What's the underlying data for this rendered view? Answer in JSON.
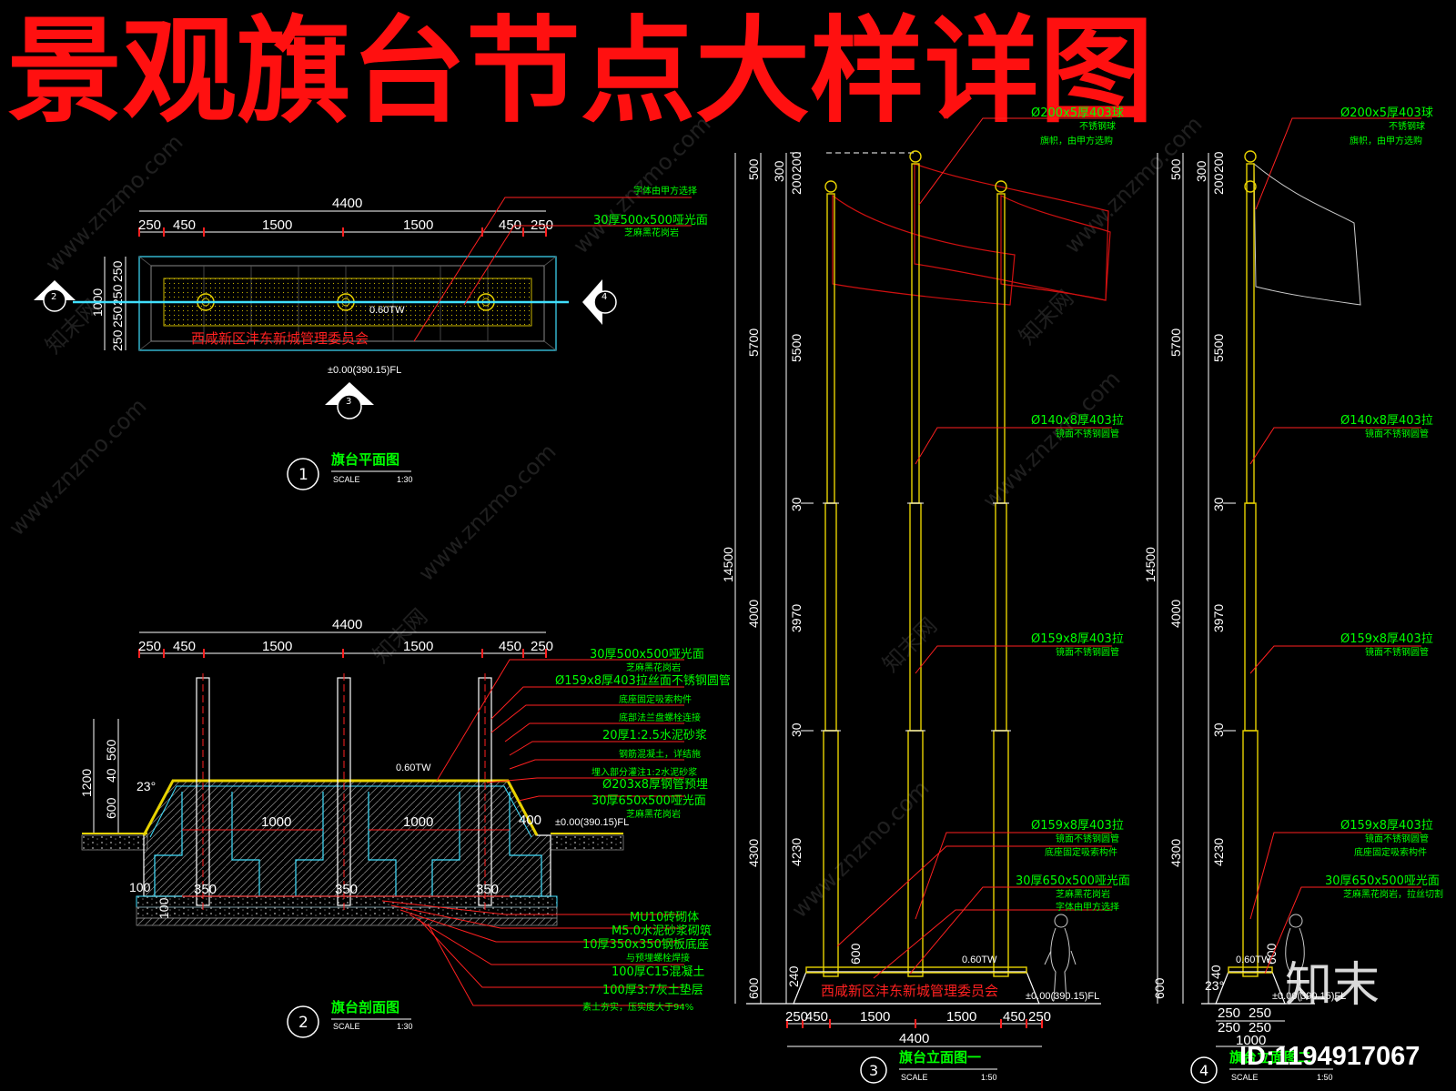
{
  "title": "景观旗台节点大样详图",
  "watermark": {
    "site": "www.znzmo.com",
    "brand": "知末网",
    "logo": "知末",
    "id": "ID:1194917067"
  },
  "plan": {
    "label": "旗台平面图",
    "number": "1",
    "scale": "SCALE",
    "scale_ratio": "1:30",
    "overall": "4400",
    "dims": [
      "250",
      "450",
      "1500",
      "1500",
      "450",
      "250"
    ],
    "vdims": [
      "250",
      "250",
      "250",
      "250"
    ],
    "vdim_total": "1000",
    "level": "±0.00(390.15)FL",
    "top_level": "0.60TW",
    "inscription": "西咸新区沣东新城管理委员会",
    "notes": [
      "字体由甲方选择",
      "30厚500x500哑光面",
      "芝麻黑花岗岩"
    ],
    "section_marks": [
      "2",
      "3",
      "4"
    ]
  },
  "section": {
    "label": "旗台剖面图",
    "number": "2",
    "scale": "SCALE",
    "scale_ratio": "1:30",
    "overall": "4400",
    "dims": [
      "250",
      "450",
      "1500",
      "1500",
      "450",
      "250"
    ],
    "vdims": [
      "1200",
      "560",
      "40",
      "600"
    ],
    "inner_dims": [
      "1000",
      "1000",
      "400",
      "350",
      "350",
      "350",
      "100",
      "100"
    ],
    "angle": "23°",
    "top_level": "0.60TW",
    "level": "±0.00(390.15)FL",
    "notes": [
      "30厚500x500哑光面",
      "芝麻黑花岗岩",
      "Ø159x8厚403拉丝面不锈钢圆管",
      "底座固定吸索构件",
      "底部法兰盘螺栓连接",
      "20厚1:2.5水泥砂浆",
      "钢筋混凝土，详结施",
      "埋入部分灌注1:2水泥砂浆",
      "Ø203x8厚钢管预埋",
      "30厚650x500哑光面",
      "芝麻黑花岗岩",
      "MU10砖砌体",
      "M5.0水泥砂浆砌筑",
      "10厚350x350钢板底座",
      "与预埋螺栓焊接",
      "100厚C15混凝土",
      "100厚3:7灰土垫层",
      "素土夯实，压实度大于94%"
    ]
  },
  "elev1": {
    "label": "旗台立面图一",
    "number": "3",
    "scale": "SCALE",
    "scale_ratio": "1:50",
    "vdims_outer": [
      "500",
      "5700",
      "4000",
      "4300",
      "600"
    ],
    "vdim_total": "14500",
    "vdims_inner": [
      "200",
      "300",
      "200",
      "5500",
      "30",
      "3970",
      "30",
      "4230"
    ],
    "small_dims": [
      "600",
      "240"
    ],
    "dims": [
      "250",
      "450",
      "1500",
      "1500",
      "450",
      "250"
    ],
    "overall": "4400",
    "top_level": "0.60TW",
    "level": "±0.00(390.15)FL",
    "inscription": "西咸新区沣东新城管理委员会",
    "notes": [
      "Ø200x5厚403球",
      "不锈钢球",
      "旗帜，由甲方选购",
      "Ø140x8厚403拉",
      "镜面不锈钢圆管",
      "Ø159x8厚403拉",
      "镜面不锈钢圆管",
      "Ø159x8厚403拉",
      "镜面不锈钢圆管",
      "底座固定吸索构件",
      "30厚650x500哑光面",
      "芝麻黑花岗岩",
      "字体由甲方选择"
    ]
  },
  "elev2": {
    "label": "旗台立面图二",
    "number": "4",
    "scale": "SCALE",
    "scale_ratio": "1:50",
    "vdims_outer": [
      "500",
      "5700",
      "4000",
      "4300",
      "600"
    ],
    "vdim_total": "14500",
    "vdims_inner": [
      "200",
      "300",
      "200",
      "5500",
      "30",
      "3970",
      "30",
      "4230"
    ],
    "small_dims": [
      "600",
      "40"
    ],
    "dims": [
      "250",
      "250",
      "250",
      "250"
    ],
    "overall": "1000",
    "angle": "23°",
    "top_level": "0.60TW",
    "level": "±0.00(390.15)FL",
    "notes": [
      "Ø200x5厚403球",
      "不锈钢球",
      "旗帜，由甲方选购",
      "Ø140x8厚403拉",
      "镜面不锈钢圆管",
      "Ø159x8厚403拉",
      "镜面不锈钢圆管",
      "Ø159x8厚403拉",
      "镜面不锈钢圆管",
      "底座固定吸索构件",
      "30厚650x500哑光面",
      "芝麻黑花岗岩，拉丝切割"
    ]
  },
  "colors": {
    "title": "#ff1010",
    "leader": "#ff2020",
    "note": "#00ff00",
    "line": "#ffffff",
    "pole": "#e8d200",
    "cyan": "#40e0ff",
    "flag": "#d01010"
  }
}
